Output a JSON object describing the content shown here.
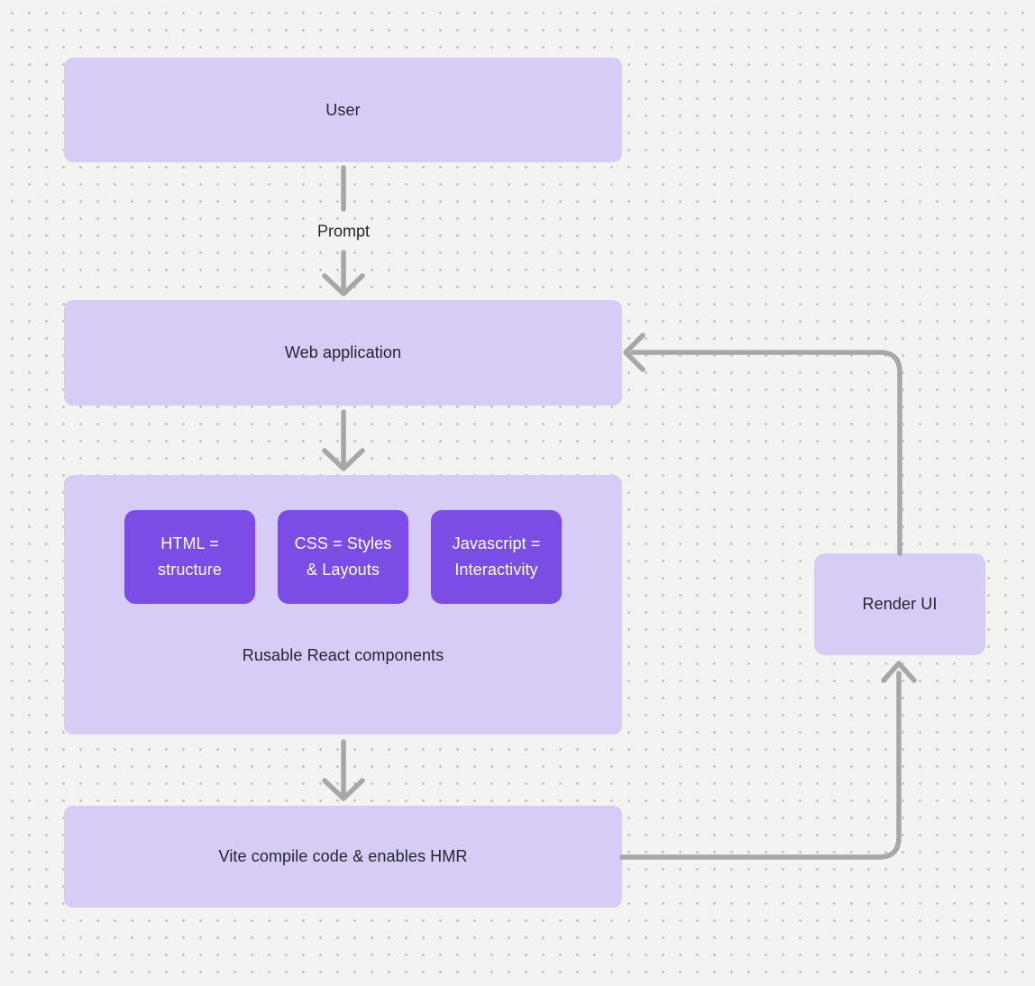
{
  "colors": {
    "canvas_bg": "#f4f3f2",
    "dot_color": "#c8c6c4",
    "node_fill": "#d7ccf5",
    "accent_fill": "#7c4de4",
    "text_dark": "#262430",
    "text_light": "#ffffff",
    "arrow": "#a7a7a7"
  },
  "diagram": {
    "nodes": {
      "user": {
        "label": "User"
      },
      "web_application": {
        "label": "Web application"
      },
      "components_group": {
        "caption": "Rusable React components",
        "cards": [
          {
            "lines": [
              "HTML =",
              "structure"
            ]
          },
          {
            "lines": [
              "CSS = Styles",
              "& Layouts"
            ]
          },
          {
            "lines": [
              "Javascript =",
              "Interactivity"
            ]
          }
        ]
      },
      "vite": {
        "label": "Vite compile code & enables HMR"
      },
      "render_ui": {
        "label": "Render UI"
      }
    },
    "edges": {
      "user_to_webapp_label": "Prompt"
    }
  }
}
